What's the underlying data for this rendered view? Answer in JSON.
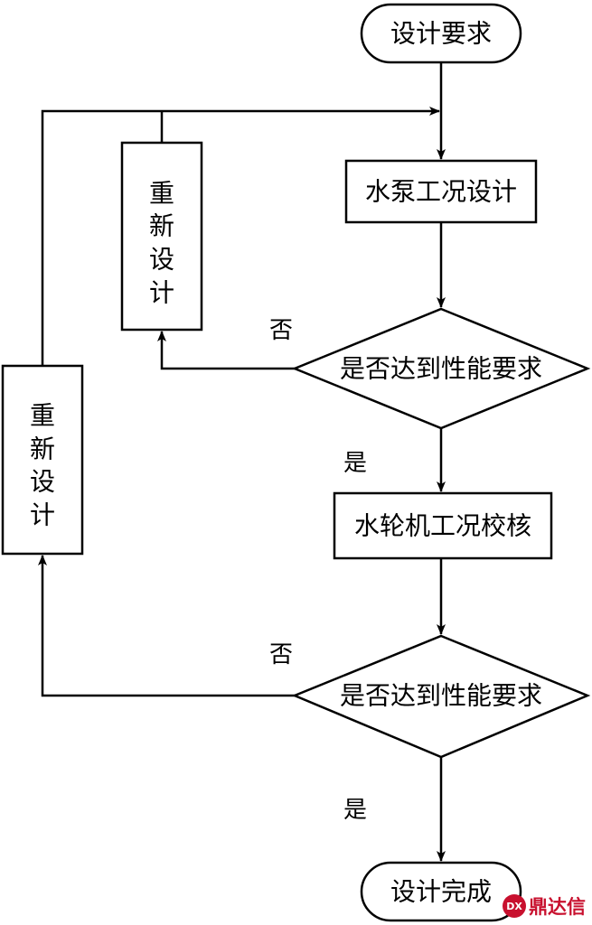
{
  "nodes": {
    "start": "设计要求",
    "pump_design": "水泵工况设计",
    "check1": "是否达到性能要求",
    "turbine_check": "水轮机工况校核",
    "check2": "是否达到性能要求",
    "end": "设计完成",
    "redesign1": [
      "重",
      "新",
      "设",
      "计"
    ],
    "redesign2": [
      "重",
      "新",
      "设",
      "计"
    ]
  },
  "edges": {
    "check1_no": "否",
    "check1_yes": "是",
    "check2_no": "否",
    "check2_yes": "是"
  },
  "watermark": {
    "text": "鼎达信",
    "mark": "DX",
    "color": "#c8102e"
  }
}
